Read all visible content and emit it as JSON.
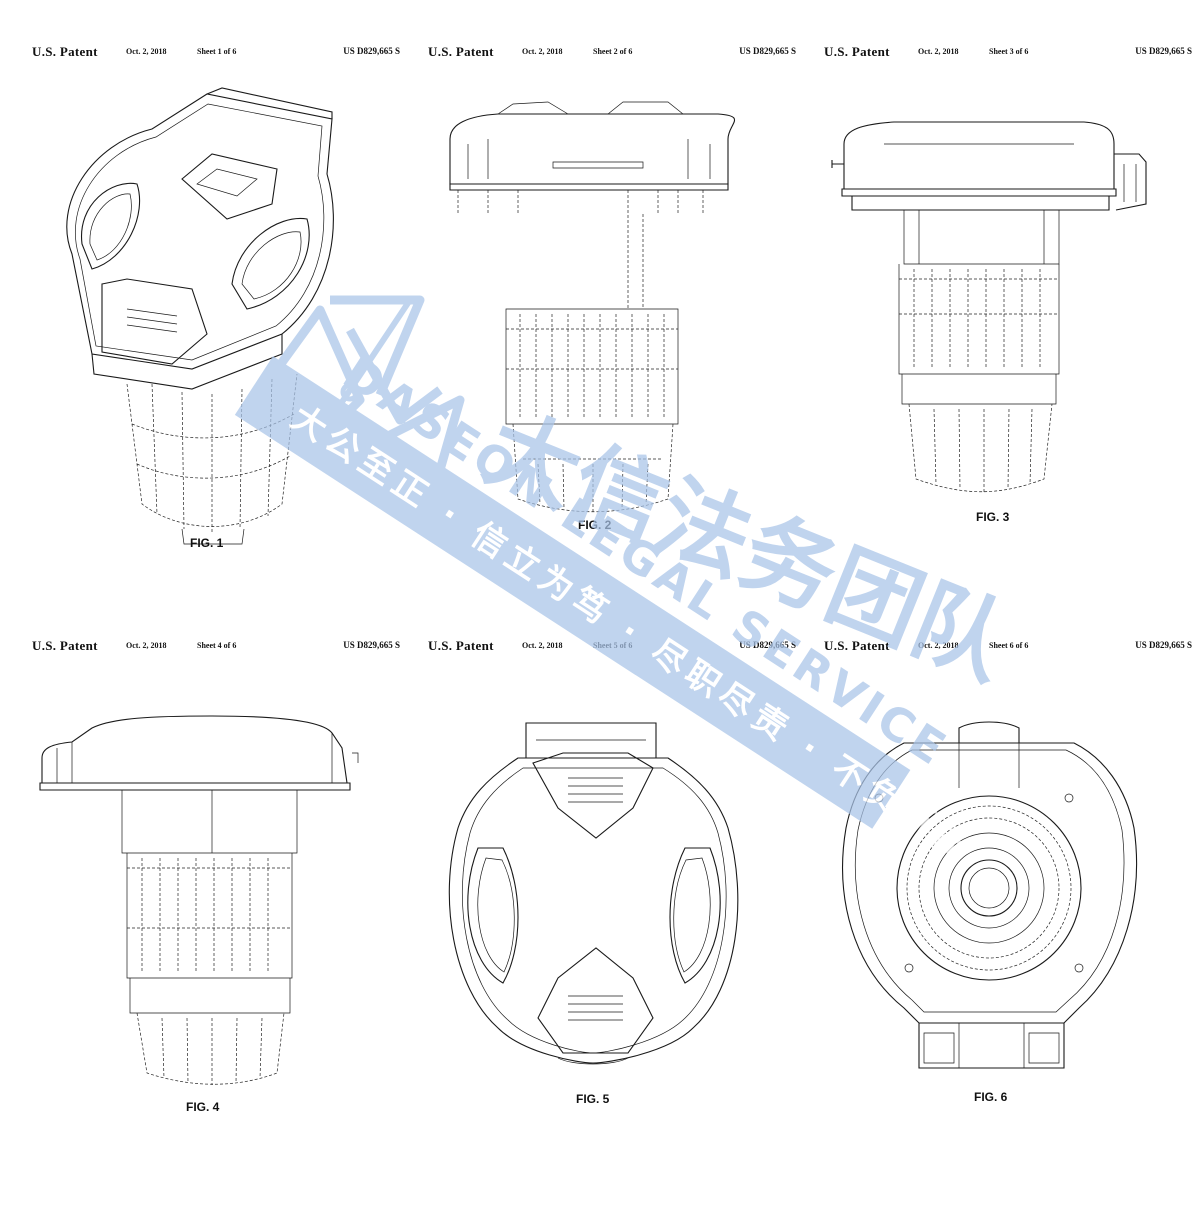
{
  "sheets": [
    {
      "patent": "U.S. Patent",
      "date": "Oct. 2, 2018",
      "sheet": "Sheet 1 of 6",
      "number": "US D829,665 S",
      "fig": "FIG. 1"
    },
    {
      "patent": "U.S. Patent",
      "date": "Oct. 2, 2018",
      "sheet": "Sheet 2 of 6",
      "number": "US D829,665 S",
      "fig": "FIG. 2"
    },
    {
      "patent": "U.S. Patent",
      "date": "Oct. 2, 2018",
      "sheet": "Sheet 3 of 6",
      "number": "US D829,665 S",
      "fig": "FIG. 3"
    },
    {
      "patent": "U.S. Patent",
      "date": "Oct. 2, 2018",
      "sheet": "Sheet 4 of 6",
      "number": "US D829,665 S",
      "fig": "FIG. 4"
    },
    {
      "patent": "U.S. Patent",
      "date": "Oct. 2, 2018",
      "sheet": "Sheet 5 of 6",
      "number": "US D829,665 S",
      "fig": "FIG. 5"
    },
    {
      "patent": "U.S. Patent",
      "date": "Oct. 2, 2018",
      "sheet": "Sheet 6 of 6",
      "number": "US D829,665 S",
      "fig": "FIG. 6"
    }
  ],
  "watermark": {
    "name_cn": "大信法务团队",
    "name_en": "DASEON LEGAL SERVICE",
    "slogan": "大公至正 · 信立为笃 · 尽职尽责 · 不负所托",
    "color": "#a9c4e8"
  }
}
